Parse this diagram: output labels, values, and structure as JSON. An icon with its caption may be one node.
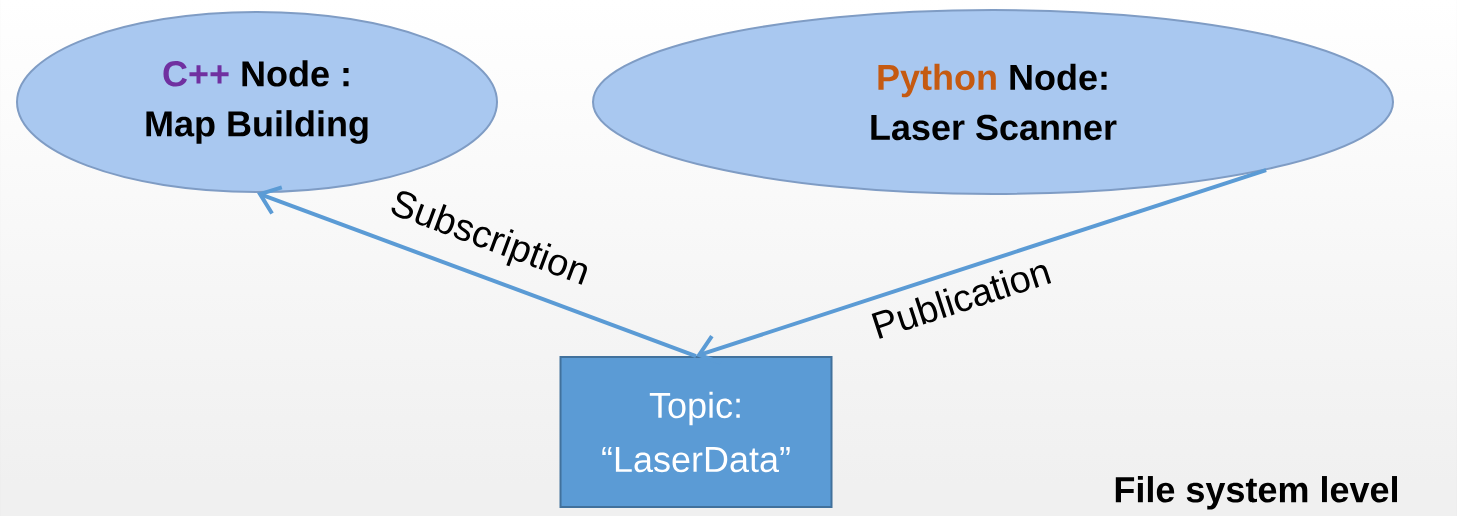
{
  "diagram": {
    "nodes": [
      {
        "text": [
          "C++",
          "Node :",
          "Map Building"
        ]
      },
      {
        "text": [
          "Python",
          "Node:",
          "Laser Scanner"
        ]
      },
      {
        "text": [
          "Topic:",
          "“LaserData”"
        ]
      }
    ],
    "edges": [
      {
        "from": 2,
        "to": 0,
        "arrow": "to",
        "label": "Subscription"
      },
      {
        "from": 1,
        "to": 2,
        "arrow": "to",
        "label": "Publication"
      }
    ],
    "labels": [
      "File system level"
    ]
  }
}
